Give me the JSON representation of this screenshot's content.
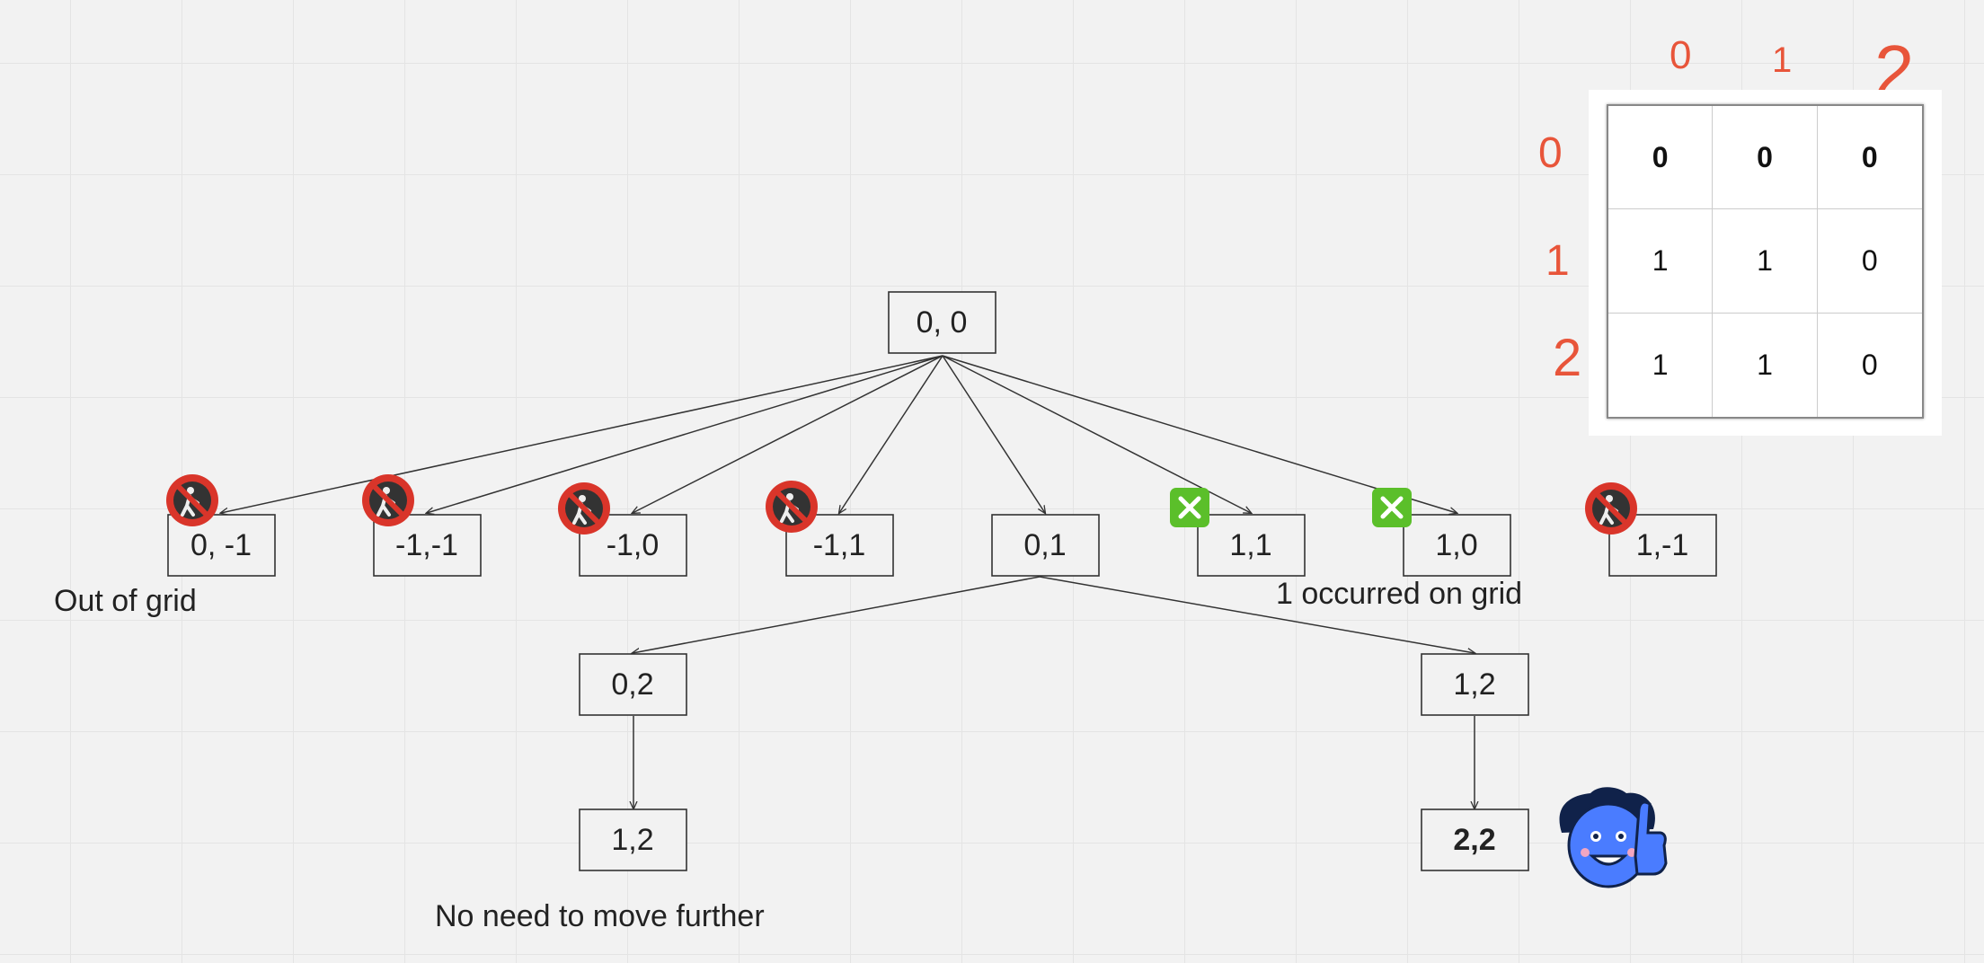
{
  "tree": {
    "root": {
      "label": "0, 0"
    },
    "level1": [
      {
        "label": "0, -1",
        "marker": "no-pedestrians-icon"
      },
      {
        "label": "-1,-1",
        "marker": "no-pedestrians-icon"
      },
      {
        "label": "-1,0",
        "marker": "no-pedestrians-icon"
      },
      {
        "label": "-1,1",
        "marker": "no-pedestrians-icon"
      },
      {
        "label": "0,1",
        "marker": ""
      },
      {
        "label": "1,1",
        "marker": "cross-mark-button-icon"
      },
      {
        "label": "1,0",
        "marker": "cross-mark-button-icon"
      },
      {
        "label": "1,-1",
        "marker": "no-pedestrians-icon"
      }
    ],
    "level2": [
      {
        "label": "0,2"
      },
      {
        "label": "1,2"
      }
    ],
    "level3": [
      {
        "label": "1,2",
        "bold": false
      },
      {
        "label": "2,2",
        "bold": true
      }
    ]
  },
  "notes": {
    "out_of_grid": "Out of grid",
    "one_occurred": "1 occurred on grid",
    "no_need": "No need to move further"
  },
  "grid": {
    "cells": [
      {
        "value": "0",
        "bold": true
      },
      {
        "value": "0",
        "bold": true
      },
      {
        "value": "0",
        "bold": true
      },
      {
        "value": "1",
        "bold": false
      },
      {
        "value": "1",
        "bold": false
      },
      {
        "value": "0",
        "bold": false
      },
      {
        "value": "1",
        "bold": false
      },
      {
        "value": "1",
        "bold": false
      },
      {
        "value": "0",
        "bold": false
      }
    ],
    "col_labels": [
      "0",
      "1",
      "2"
    ],
    "row_labels": [
      "0",
      "1",
      "2"
    ]
  },
  "colors": {
    "handwriting": "#e8553a",
    "no_entry_red": "#d9352a",
    "check_green": "#5bbf2a",
    "avatar_blue": "#4a7cff"
  }
}
